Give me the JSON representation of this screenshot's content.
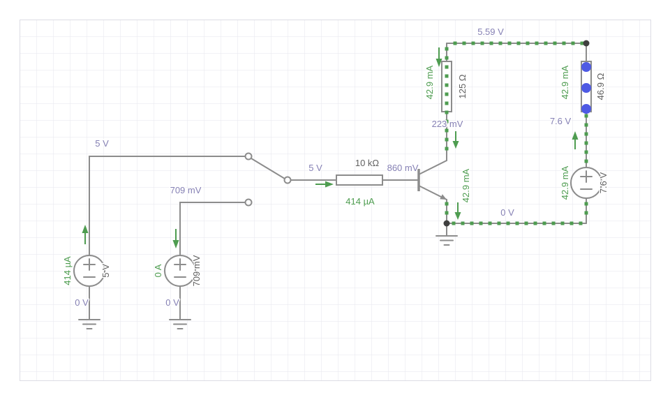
{
  "canvas": {
    "grid_color": "#e6e6ec",
    "grid_border": "#dcdce4"
  },
  "colors": {
    "wire": "#8c8c8c",
    "current_green": "#4e9c50",
    "voltage_purple": "#8580b4",
    "value_gray": "#5f5f5f",
    "selection_blue": "#4e5ae4",
    "node_dot": "#3f3f3f"
  },
  "labels": {
    "v1_top_node_voltage": "5 V",
    "v2_top_node_voltage": "709 mV",
    "switch_out_node_voltage": "5 V",
    "base_node_voltage": "860 mV",
    "collector_node_voltage": "223 mV",
    "supply_node_voltage": "5.59 V",
    "emitter_node_voltage": "0 V",
    "source3_top_node_voltage": "7.6 V",
    "v1_bottom_node_voltage": "0 V",
    "v2_bottom_node_voltage": "0 V",
    "v1_current": "414 µA",
    "v2_current": "0 A",
    "rb_current": "414 µA",
    "r1_current": "42.9 mA",
    "emitter_current": "42.9 mA",
    "r2_current": "42.9 mA",
    "v3_current": "42.9 mA",
    "v1_value": "5 V",
    "v2_value": "709 mV",
    "rb_value": "10 kΩ",
    "r1_value": "125 Ω",
    "r2_value": "46.9 Ω",
    "v3_value": "7.6 V"
  }
}
